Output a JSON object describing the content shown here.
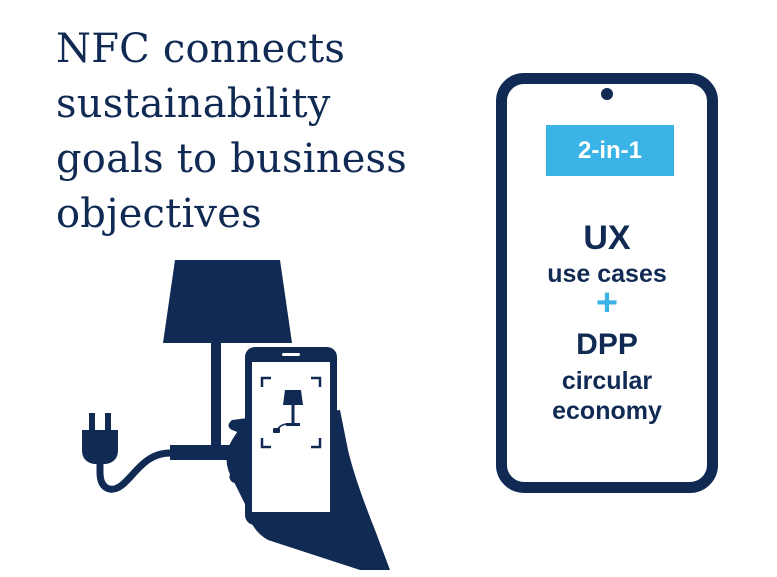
{
  "headline": {
    "line1": "NFC connects",
    "line2": "sustainability",
    "line3": "goals to business",
    "line4": "objectives"
  },
  "phone": {
    "badge": "2-in-1",
    "ux_title": "UX",
    "ux_subtitle": "use cases",
    "plus": "+",
    "dpp_title": "DPP",
    "dpp_line1": "circular",
    "dpp_line2": "economy"
  },
  "colors": {
    "navy": "#102a54",
    "accent": "#3ab4e6",
    "background": "#ffffff"
  },
  "icons": [
    "lamp-icon",
    "plug-icon",
    "hand-icon",
    "smartphone-icon",
    "scan-frame-icon"
  ]
}
